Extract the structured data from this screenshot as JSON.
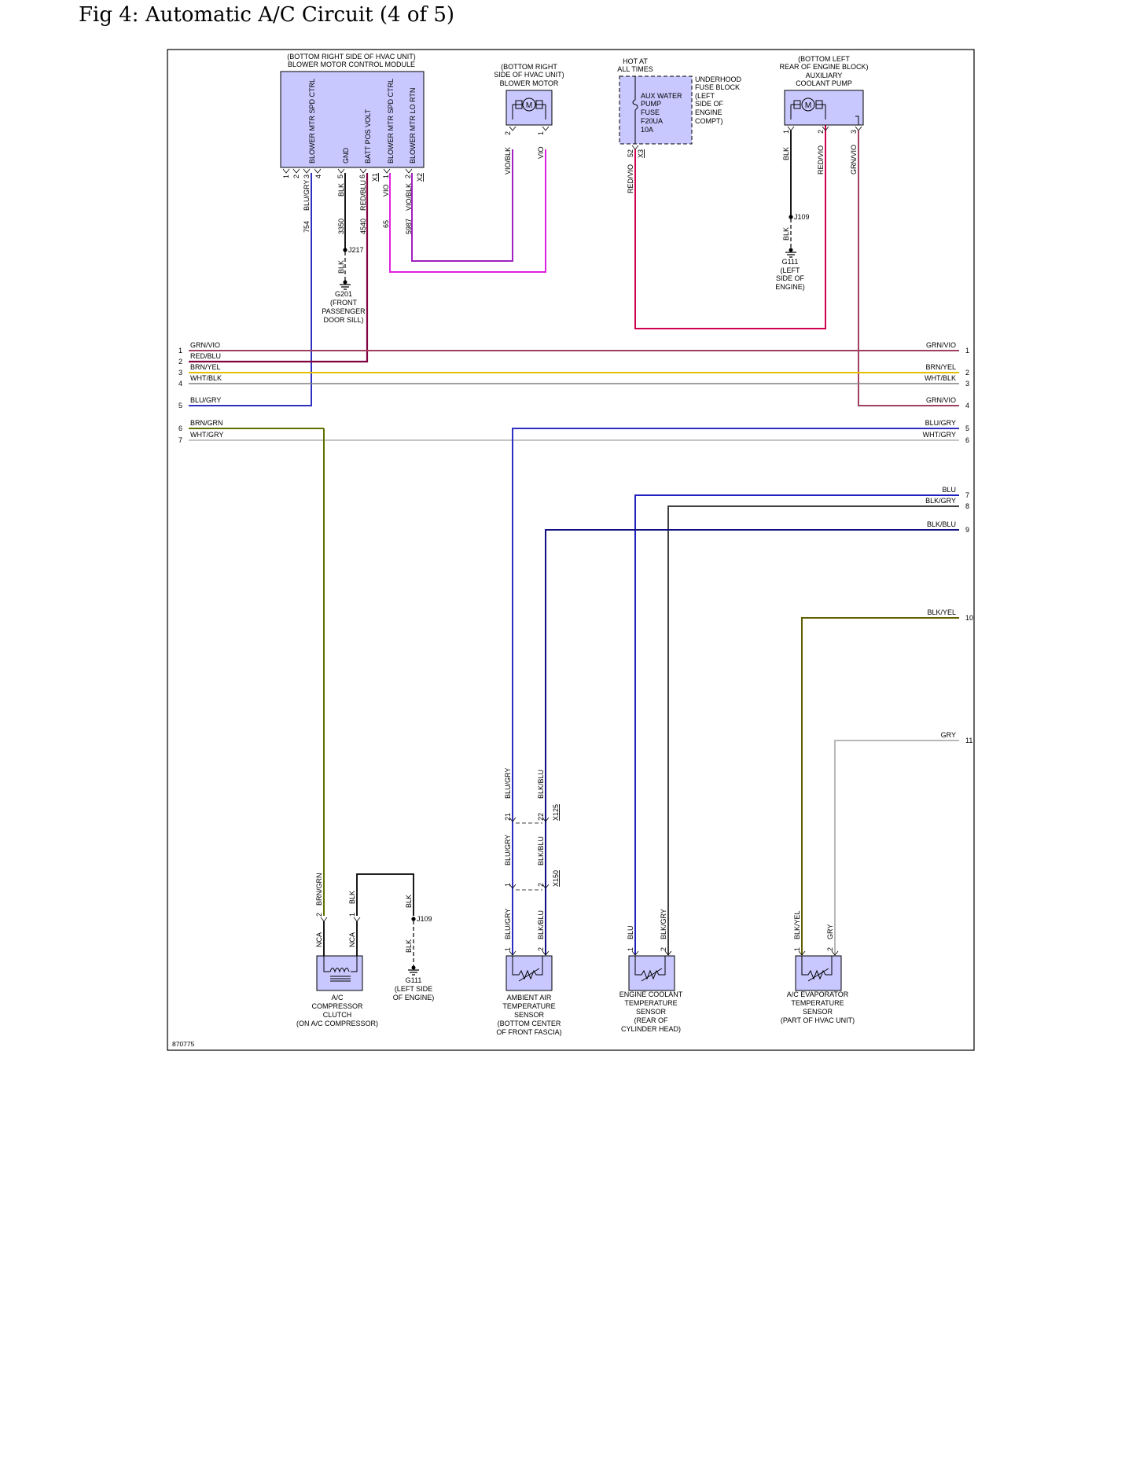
{
  "title": "Fig 4: Automatic A/C Circuit (4 of 5)",
  "figure_id": "870775",
  "colors": {
    "component_fill": "#c8c8ff",
    "GRN/VIO": "#a0405e",
    "RED/BLU": "#800040",
    "BRN/YEL": "#e0c000",
    "WHT/BLK": "#808080",
    "BLU/GRY": "#3030c0",
    "BRN/GRN": "#607000",
    "WHT/GRY": "#b0b0b0",
    "BLU": "#2020c0",
    "BLK/GRY": "#404040",
    "BLK/BLU": "#101080",
    "BLK/YEL": "#606000",
    "GRY": "#b8b8b8",
    "VIO": "#e020e0",
    "VIO/BLK": "#a020c0",
    "RED/VIO": "#d00050",
    "BLK": "#000000"
  },
  "components": {
    "blower_control": {
      "location": "(BOTTOM RIGHT SIDE OF HVAC UNIT)",
      "name": "BLOWER MOTOR CONTROL MODULE",
      "pins": [
        "BLOWER MTR SPD CTRL",
        "GND",
        "BATT POS VOLT",
        "BLOWER MTR SPD CTRL",
        "BLOWER MTR LO RTN"
      ],
      "connector_pins": [
        "1",
        "2",
        "3",
        "4",
        "5",
        "6",
        "1",
        "2"
      ],
      "connectors": [
        "X1",
        "X2"
      ],
      "wire_colors": [
        "BLU/GRY",
        "BLK",
        "RED/BLU",
        "VIO",
        "VIO/BLK"
      ],
      "circuits": [
        "754",
        "3350",
        "4540",
        "65",
        "5987"
      ]
    },
    "blower_motor": {
      "location_1": "(BOTTOM RIGHT",
      "location_2": "SIDE OF HVAC UNIT)",
      "name": "BLOWER MOTOR",
      "symbol": "M",
      "pins": [
        "2",
        "1"
      ],
      "wire_colors": [
        "VIO/BLK",
        "VIO"
      ]
    },
    "fuse_block": {
      "hot_1": "HOT AT",
      "hot_2": "ALL TIMES",
      "label_lines": [
        "UNDERHOOD",
        "FUSE BLOCK",
        "(LEFT",
        "SIDE OF",
        "ENGINE",
        "COMPT)"
      ],
      "fuse_lines": [
        "AUX WATER",
        "PUMP",
        "FUSE",
        "F20UA",
        "10A"
      ],
      "pin": "52",
      "connector": "X3",
      "wire_color": "RED/VIO"
    },
    "aux_pump": {
      "location_1": "(BOTTOM LEFT",
      "location_2": "REAR OF ENGINE BLOCK)",
      "name_1": "AUXILIARY",
      "name_2": "COOLANT PUMP",
      "symbol": "M",
      "pins": [
        "1",
        "2",
        "3"
      ],
      "wire_colors": [
        "BLK",
        "RED/VIO",
        "GRN/VIO"
      ]
    },
    "j217": "J217",
    "g201_lines": [
      "G201",
      "(FRONT",
      "PASSENGER",
      "DOOR SILL)"
    ],
    "j109_top": "J109",
    "g111_top_lines": [
      "G111",
      "(LEFT",
      "SIDE OF",
      "ENGINE)"
    ],
    "ac_clutch": {
      "lines": [
        "A/C",
        "COMPRESSOR",
        "CLUTCH",
        "(ON A/C COMPRESSOR)"
      ],
      "pins": [
        "2",
        "1"
      ],
      "wire_colors": [
        "BRN/GRN",
        "BLK"
      ],
      "nca": "NCA"
    },
    "j109_bottom": "J109",
    "g111_bottom_lines": [
      "G111",
      "(LEFT SIDE",
      "OF ENGINE)"
    ],
    "ambient_sensor": {
      "lines": [
        "AMBIENT AIR",
        "TEMPERATURE",
        "SENSOR",
        "(BOTTOM CENTER",
        "OF FRONT FASCIA)"
      ],
      "pins": [
        "1",
        "2"
      ],
      "wire_colors": [
        "BLU/GRY",
        "BLK/BLU"
      ],
      "x125_pins": [
        "21",
        "22"
      ],
      "x150_pins": [
        "1",
        "2"
      ],
      "connectors": [
        "X125",
        "X150"
      ]
    },
    "coolant_sensor": {
      "lines": [
        "ENGINE COOLANT",
        "TEMPERATURE",
        "SENSOR",
        "(REAR OF",
        "CYLINDER HEAD)"
      ],
      "pins": [
        "1",
        "2"
      ],
      "wire_colors": [
        "BLU",
        "BLK/GRY"
      ]
    },
    "evap_sensor": {
      "lines": [
        "A/C EVAPORATOR",
        "TEMPERATURE",
        "SENSOR",
        "(PART OF HVAC UNIT)"
      ],
      "pins": [
        "1",
        "2"
      ],
      "wire_colors": [
        "BLK/YEL",
        "GRY"
      ]
    }
  },
  "left_bus": [
    {
      "num": "1",
      "color": "GRN/VIO"
    },
    {
      "num": "2",
      "color": "RED/BLU"
    },
    {
      "num": "3",
      "color": "BRN/YEL"
    },
    {
      "num": "4",
      "color": "WHT/BLK"
    },
    {
      "num": "5",
      "color": "BLU/GRY"
    },
    {
      "num": "6",
      "color": "BRN/GRN"
    },
    {
      "num": "7",
      "color": "WHT/GRY"
    }
  ],
  "right_bus": [
    {
      "num": "1",
      "color": "GRN/VIO"
    },
    {
      "num": "2",
      "color": "BRN/YEL"
    },
    {
      "num": "3",
      "color": "WHT/BLK"
    },
    {
      "num": "4",
      "color": "GRN/VIO"
    },
    {
      "num": "5",
      "color": "BLU/GRY"
    },
    {
      "num": "6",
      "color": "WHT/GRY"
    },
    {
      "num": "7",
      "color": "BLU"
    },
    {
      "num": "8",
      "color": "BLK/GRY"
    },
    {
      "num": "9",
      "color": "BLK/BLU"
    },
    {
      "num": "10",
      "color": "BLK/YEL"
    },
    {
      "num": "11",
      "color": "GRY"
    }
  ]
}
